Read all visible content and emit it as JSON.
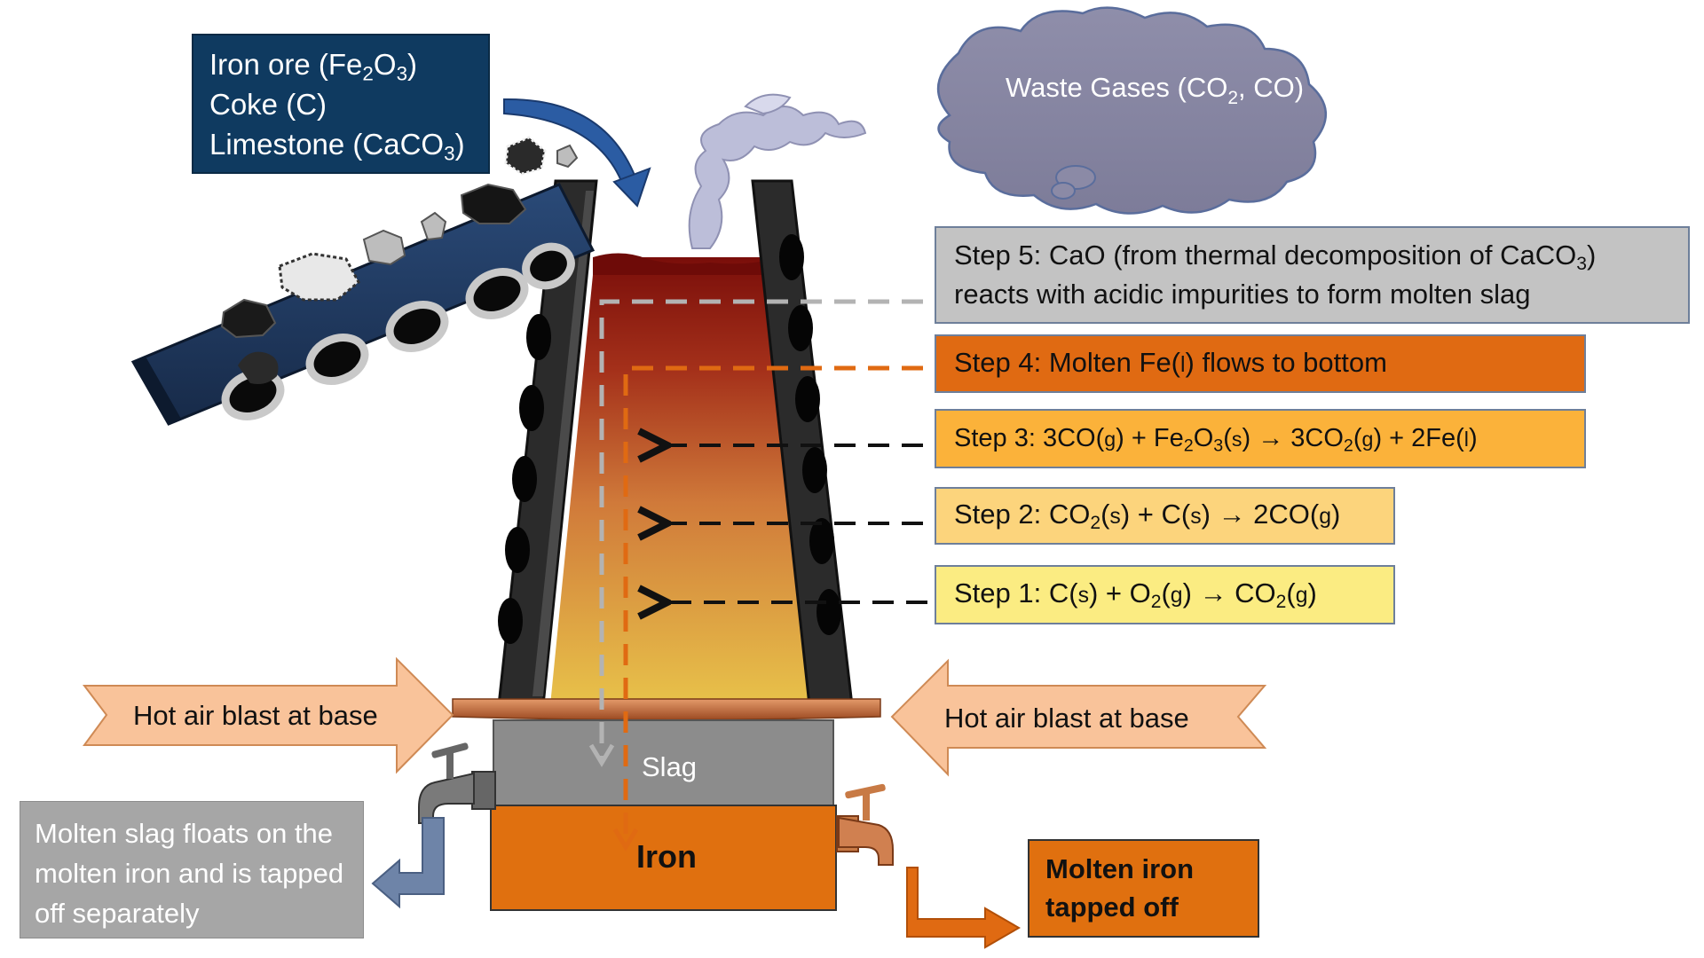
{
  "inputs": {
    "line1_pre": "Iron ore (Fe",
    "line1_s1": "2",
    "line1_mid": "O",
    "line1_s2": "3",
    "line1_post": ")",
    "line2": "Coke (C)",
    "line3_pre": "Limestone (CaCO",
    "line3_s1": "3",
    "line3_post": ")"
  },
  "waste": {
    "pre": "Waste Gases (CO",
    "sub": "2",
    "post": ", CO)"
  },
  "steps": {
    "s5": {
      "l1_pre": "Step 5:  CaO (from thermal decomposition of CaCO",
      "l1_sub": "3",
      "l1_post": ")",
      "l2": "reacts with acidic impurities to form molten slag"
    },
    "s4": {
      "pre": "Step 4:  Molten Fe(",
      "small": "l",
      "post": ") flows to bottom"
    },
    "s3": {
      "a": "Step 3:  3CO(",
      "a_small": "g",
      "b": ") + Fe",
      "b_sub1": "2",
      "c": "O",
      "c_sub": "3",
      "d": "(",
      "d_small": "s",
      "e": ") → 3CO",
      "e_sub": "2",
      "f": "(",
      "f_small": "g",
      "g": ") + 2Fe(",
      "g_small": "l",
      "h": ")"
    },
    "s2": {
      "a": "Step 2:  CO",
      "a_sub": "2",
      "b": "(",
      "b_small": "s",
      "c": ") + C(",
      "c_small": "s",
      "d": ")  →  2CO(",
      "d_small": "g",
      "e": ")"
    },
    "s1": {
      "a": "Step 1:  C(",
      "a_small": "s",
      "b": ") + O",
      "b_sub": "2",
      "c": "(",
      "c_small": "g",
      "d": ")  →  CO",
      "d_sub": "2",
      "e": "(",
      "e_small": "g",
      "f": ")"
    }
  },
  "blast_left": "Hot air blast at base",
  "blast_right": "Hot air blast at base",
  "slag_label": "Slag",
  "iron_label": "Iron",
  "slag_note": "Molten slag floats on the molten iron and is tapped off separately",
  "iron_note": "Molten iron tapped off",
  "colors": {
    "step5": "#c3c3c3",
    "step4": "#e06a12",
    "step3": "#fbb23a",
    "step2": "#fcd47c",
    "step1": "#fbec82",
    "cloud": "#8b8aa6",
    "blast": "#f9c39a",
    "iron": "#e0700f",
    "slag": "#8c8c8c",
    "note_gray": "#a6a6a6"
  }
}
